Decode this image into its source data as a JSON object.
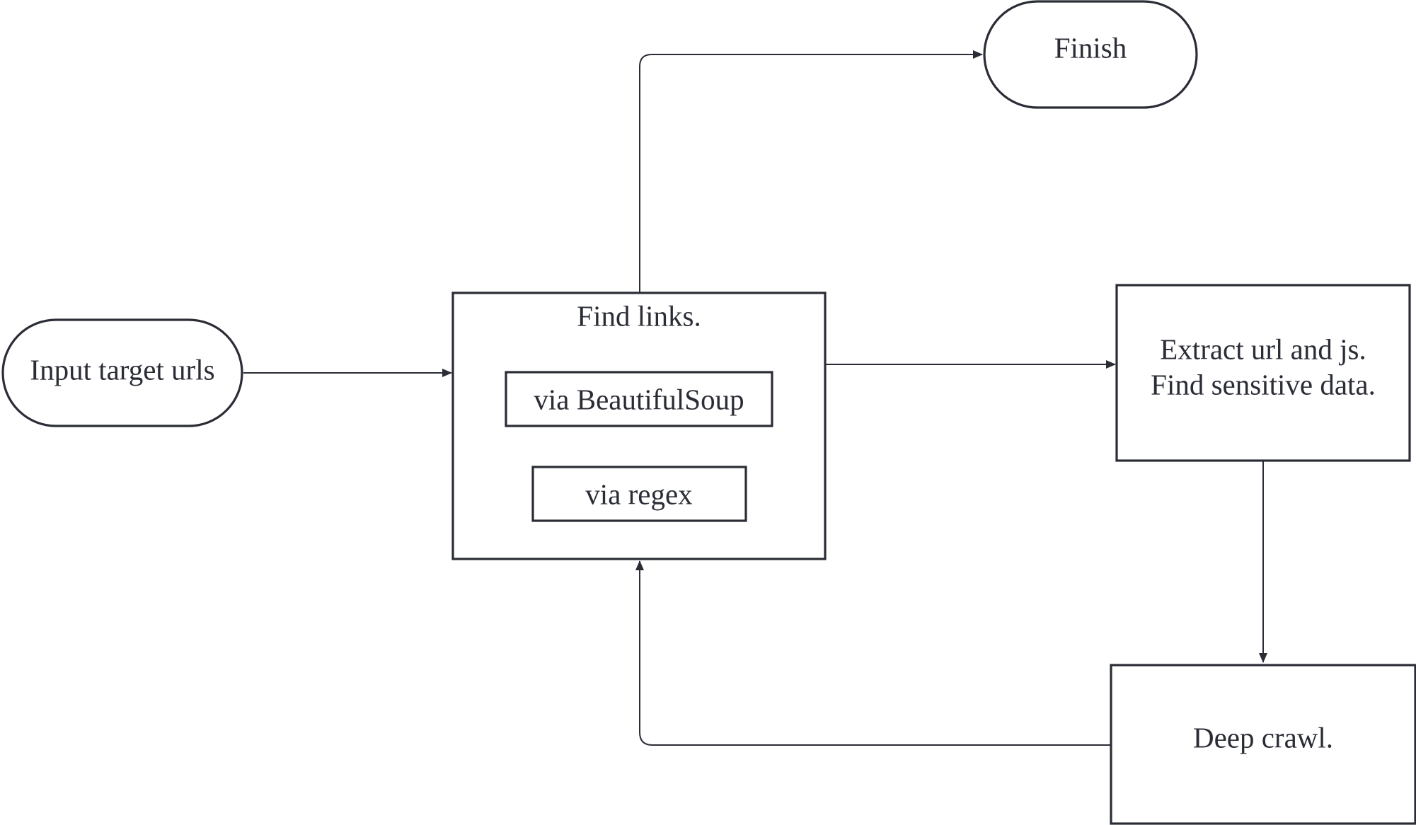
{
  "diagram": {
    "type": "flowchart",
    "nodes": {
      "input": {
        "label": "Input target urls",
        "shape": "terminator"
      },
      "finish": {
        "label": "Finish",
        "shape": "terminator"
      },
      "find_links": {
        "label": "Find links.",
        "shape": "process",
        "children": {
          "beautifulsoup": {
            "label": "via BeautifulSoup",
            "shape": "process"
          },
          "regex": {
            "label": "via regex",
            "shape": "process"
          }
        }
      },
      "extract": {
        "label_line1": "Extract url and js.",
        "label_line2": "Find sensitive data.",
        "shape": "process"
      },
      "deep_crawl": {
        "label": "Deep crawl.",
        "shape": "process"
      }
    },
    "edges": [
      {
        "from": "Input target urls",
        "to": "Find links."
      },
      {
        "from": "Find links.",
        "to": "Finish"
      },
      {
        "from": "Find links.",
        "to": "Extract url and js. Find sensitive data."
      },
      {
        "from": "Extract url and js. Find sensitive data.",
        "to": "Deep crawl."
      },
      {
        "from": "Deep crawl.",
        "to": "Find links."
      }
    ],
    "colors": {
      "stroke": "#2b2d36",
      "text": "#2b2d36",
      "background": "#ffffff"
    }
  }
}
